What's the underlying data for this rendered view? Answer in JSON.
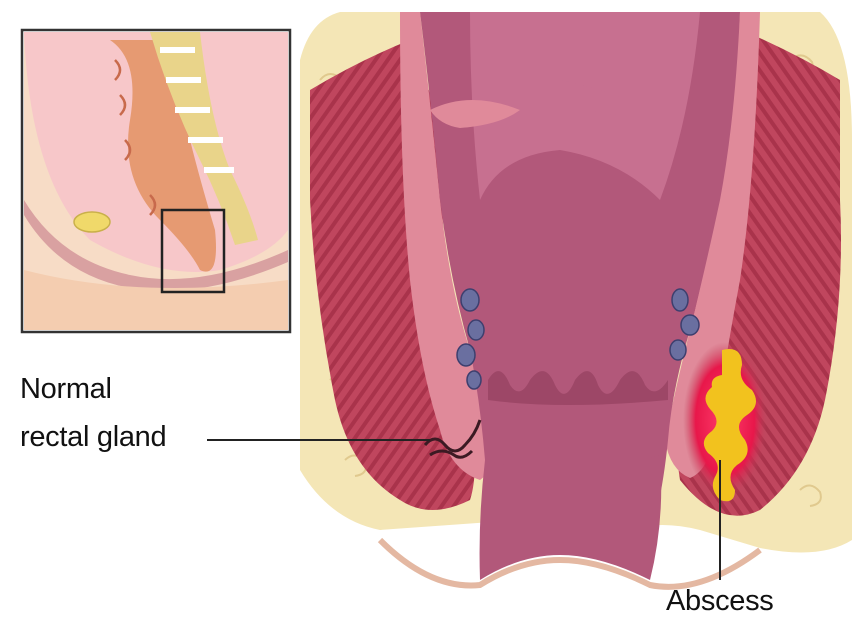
{
  "labels": {
    "normal_gland_line1": "Normal",
    "normal_gland_line2": "rectal gland",
    "abscess": "Abscess"
  },
  "colors": {
    "fat": "#f4e6b6",
    "muscle": "#c0465e",
    "mucosa": "#cf6f86",
    "lumen": "#b2587a",
    "abscess_core": "#f2c21e",
    "abscess_rim": "#e8174a",
    "skin": "#f3cdb7"
  }
}
